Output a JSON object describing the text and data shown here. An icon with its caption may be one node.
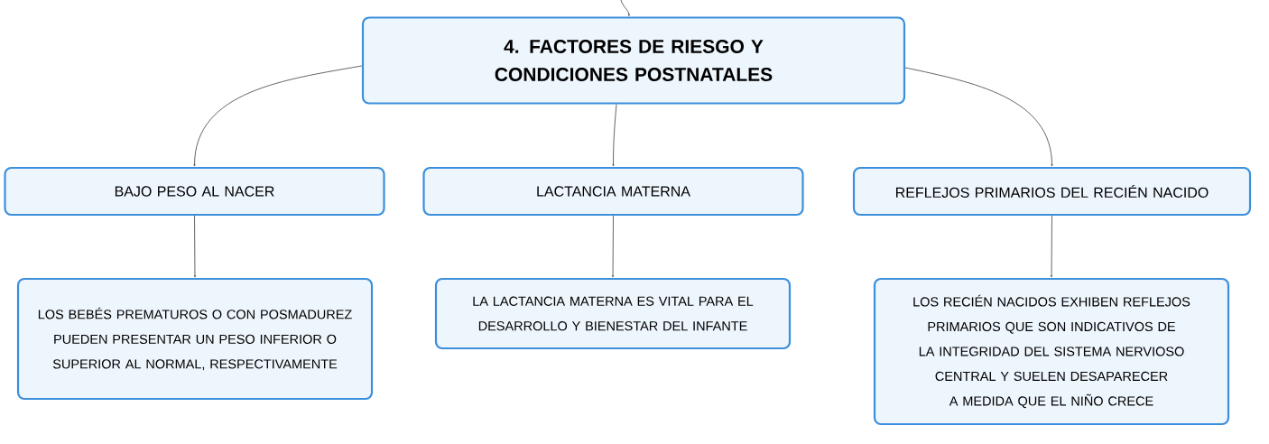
{
  "diagram": {
    "nodes": [
      {
        "text": [
          "4. FACTORES DE RIESGO Y CONDICIONES POSTNATALES"
        ]
      },
      {
        "text": [
          "BAJO PESO AL NACER"
        ]
      },
      {
        "text": [
          "LACTANCIA MATERNA"
        ]
      },
      {
        "text": [
          "REFLEJOS PRIMARIOS DEL RECIÉN NACIDO"
        ]
      },
      {
        "text": [
          "LOS BEBÉS PREMATUROS O CON POSMADUREZ PUEDEN PRESENTAR UN PESO INFERIOR O SUPERIOR AL NORMAL, RESPECTIVAMENTE"
        ]
      },
      {
        "text": [
          "LA LACTANCIA MATERNA ES VITAL PARA EL DESARROLLO Y BIENESTAR DEL INFANTE"
        ]
      },
      {
        "text": [
          "LOS RECIÉN NACIDOS EXHIBEN REFLEJOS PRIMARIOS QUE SON INDICATIVOS DE LA INTEGRIDAD DEL SISTEMA NERVIOSO CENTRAL Y SUELEN DESAPARECER A MEDIDA QUE EL NIÑO CRECE"
        ]
      }
    ],
    "edges": [
      {
        "from": null,
        "to": 0,
        "arrow": "to"
      },
      {
        "from": 0,
        "to": 1,
        "arrow": "to"
      },
      {
        "from": 0,
        "to": 2,
        "arrow": "to"
      },
      {
        "from": 0,
        "to": 3,
        "arrow": "to"
      },
      {
        "from": 1,
        "to": 4,
        "arrow": "to"
      },
      {
        "from": 2,
        "to": 5,
        "arrow": "to"
      },
      {
        "from": 3,
        "to": 6,
        "arrow": "to"
      }
    ]
  }
}
